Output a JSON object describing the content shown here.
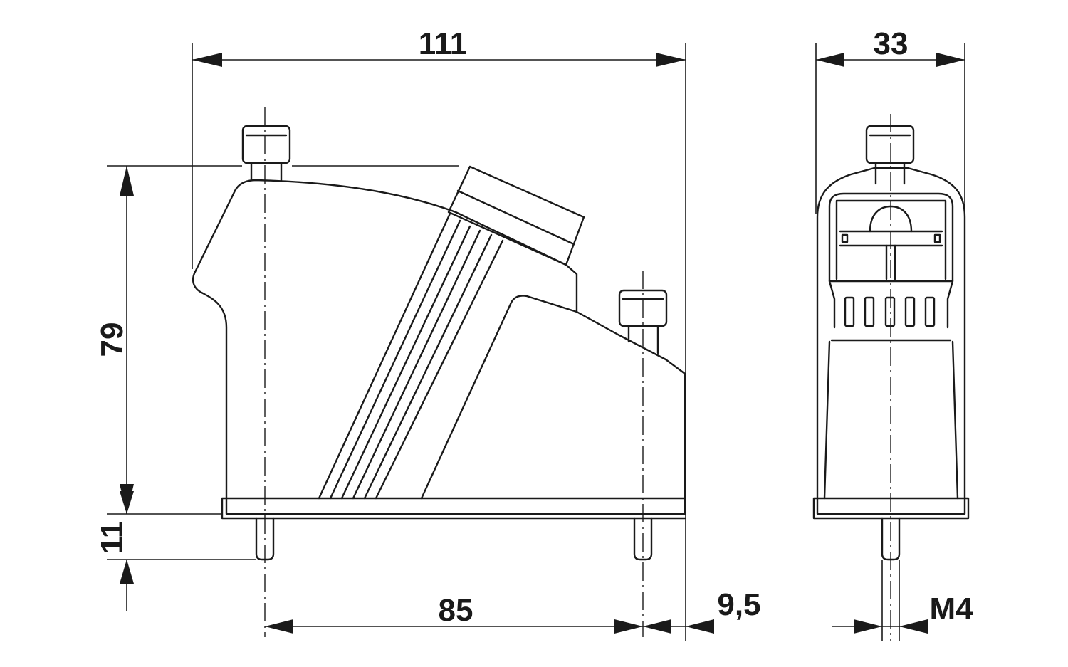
{
  "dimensions": {
    "overall_width": "111",
    "depth": "33",
    "height": "79",
    "pin_length": "11",
    "mount_spacing": "85",
    "offset": "9,5",
    "screw_thread": "M4"
  },
  "colors": {
    "line": "#1a1a1a",
    "background": "#ffffff"
  }
}
